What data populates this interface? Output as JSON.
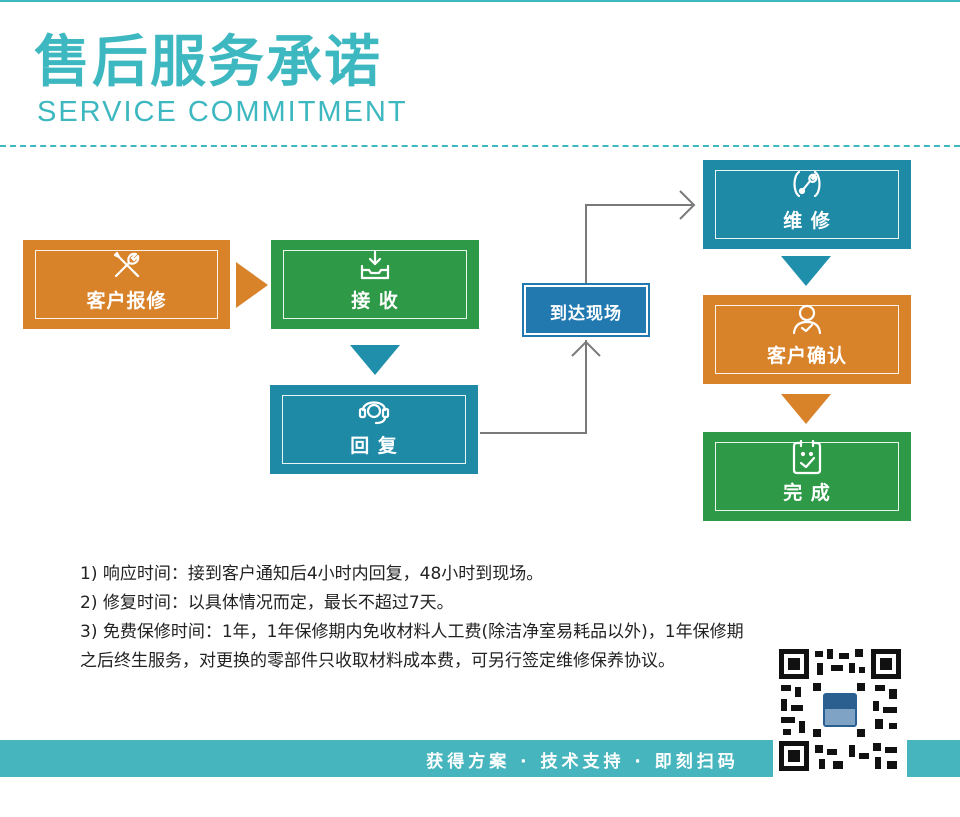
{
  "header": {
    "title_cn": "售后服务承诺",
    "title_en": "SERVICE COMMITMENT"
  },
  "flow": {
    "steps": {
      "repair_request": {
        "label": "客户报修",
        "icon": "tools-icon"
      },
      "receive": {
        "label": "接 收",
        "icon": "inbox-download-icon"
      },
      "reply": {
        "label": "回 复",
        "icon": "headset-icon"
      },
      "arrive": {
        "label": "到达现场"
      },
      "maintenance": {
        "label": "维 修",
        "icon": "wrench-gear-icon"
      },
      "confirm": {
        "label": "客户确认",
        "icon": "user-check-icon"
      },
      "complete": {
        "label": "完 成",
        "icon": "clipboard-check-icon"
      }
    }
  },
  "notes": [
    "1) 响应时间：接到客户通知后4小时内回复，48小时到现场。",
    "2) 修复时间：以具体情况而定，最长不超过7天。",
    "3) 免费保修时间：1年，1年保修期内免收材料人工费(除洁净室易耗品以外)，1年保修期之后终生服务，对更换的零部件只收取材料成本费，可另行签定维修保养协议。"
  ],
  "footer": {
    "text": "获得方案 · 技术支持 · 即刻扫码"
  },
  "colors": {
    "accent": "#3db8c0",
    "orange": "#d8822a",
    "green": "#2e9a47",
    "teal": "#1e8aa6",
    "blue": "#2279b0",
    "arrow_teal": "#1f8fab",
    "arrow_orange": "#d8822a",
    "connector": "#7a7a7a"
  }
}
